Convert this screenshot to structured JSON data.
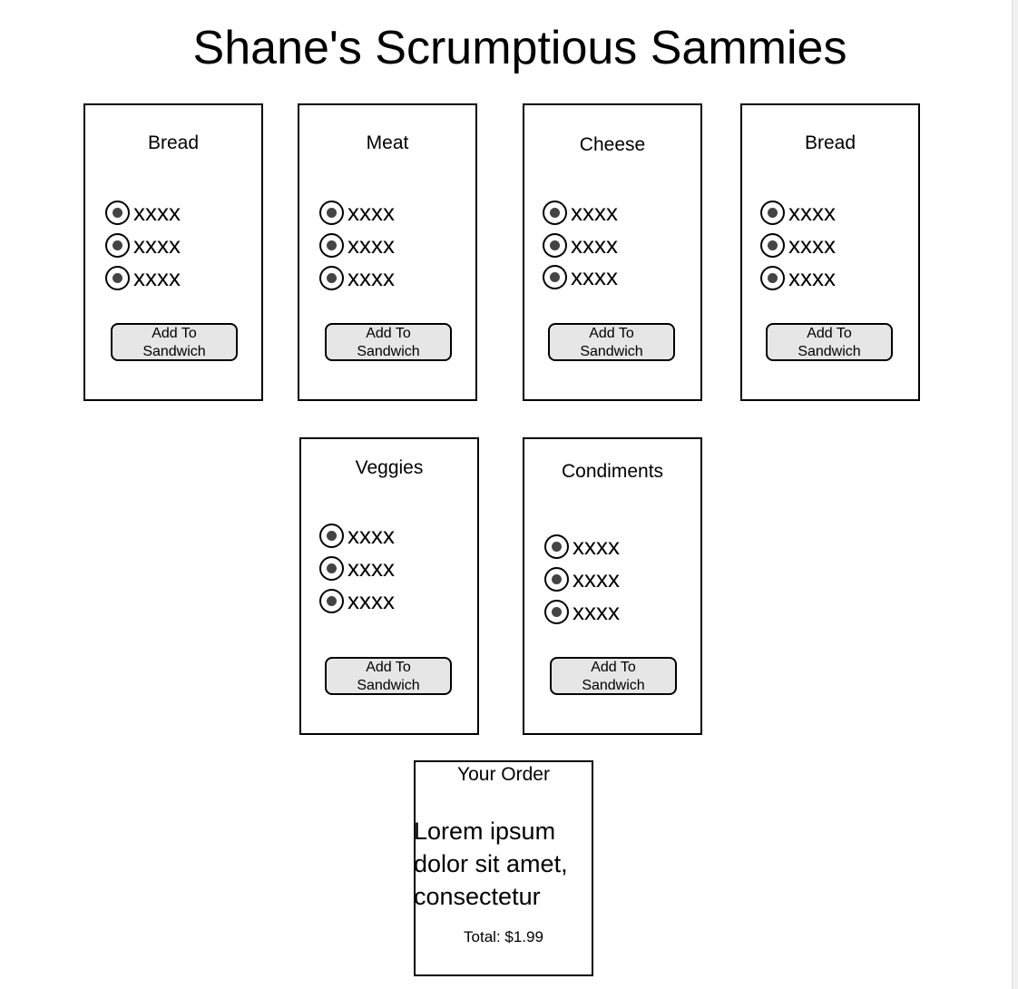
{
  "page": {
    "title": "Shane's Scrumptious Sammies"
  },
  "cards": [
    {
      "title": "Bread",
      "options": [
        "xxxx",
        "xxxx",
        "xxxx"
      ],
      "button_label": "Add To Sandwich"
    },
    {
      "title": "Meat",
      "options": [
        "xxxx",
        "xxxx",
        "xxxx"
      ],
      "button_label": "Add To Sandwich"
    },
    {
      "title": "Cheese",
      "options": [
        "xxxx",
        "xxxx",
        "xxxx"
      ],
      "button_label": "Add To Sandwich"
    },
    {
      "title": "Bread",
      "options": [
        "xxxx",
        "xxxx",
        "xxxx"
      ],
      "button_label": "Add To Sandwich"
    },
    {
      "title": "Veggies",
      "options": [
        "xxxx",
        "xxxx",
        "xxxx"
      ],
      "button_label": "Add To Sandwich"
    },
    {
      "title": "Condiments",
      "options": [
        "xxxx",
        "xxxx",
        "xxxx"
      ],
      "button_label": "Add To Sandwich"
    }
  ],
  "order": {
    "title": "Your Order",
    "body": "Lorem ipsum dolor sit amet, consectetur",
    "total": "Total: $1.99"
  }
}
